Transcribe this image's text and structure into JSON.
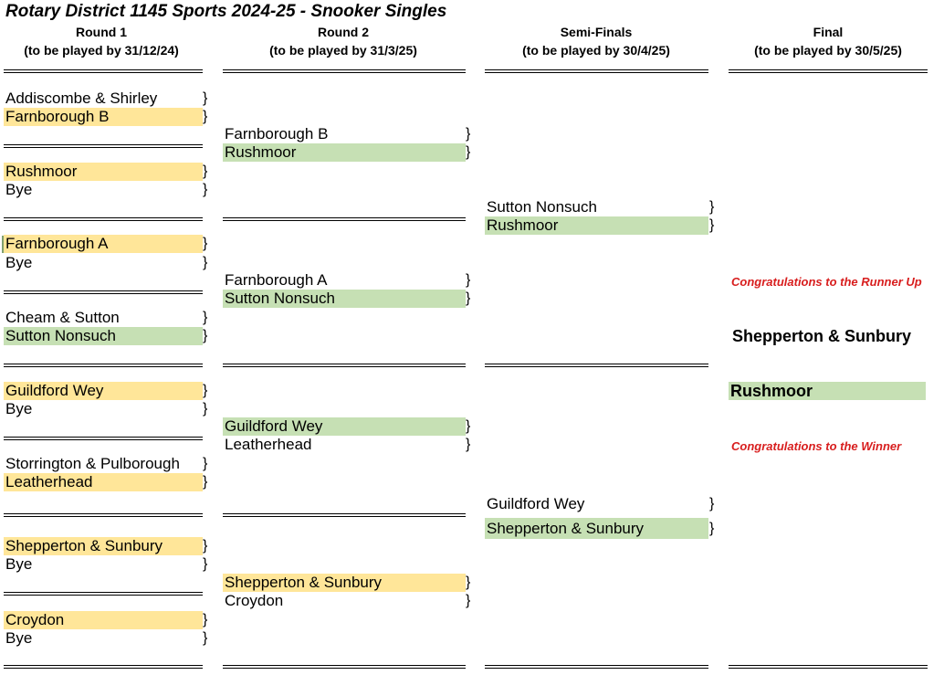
{
  "title": "Rotary District 1145 Sports 2024-25 - Snooker Singles",
  "columns": [
    {
      "name": "Round 1",
      "deadline": "(to be played by 31/12/24)"
    },
    {
      "name": "Round 2",
      "deadline": "(to be played by 31/3/25)"
    },
    {
      "name": "Semi-Finals",
      "deadline": "(to be played by 30/4/25)"
    },
    {
      "name": "Final",
      "deadline": "(to be played by 30/5/25)"
    }
  ],
  "round1": [
    {
      "team": "Addiscombe & Shirley",
      "highlight": "none"
    },
    {
      "team": "Farnborough B",
      "highlight": "yellow"
    },
    {
      "team": "Rushmoor",
      "highlight": "yellow"
    },
    {
      "team": "Bye",
      "highlight": "none"
    },
    {
      "team": "Farnborough A",
      "highlight": "yellow"
    },
    {
      "team": "Bye",
      "highlight": "none"
    },
    {
      "team": "Cheam & Sutton",
      "highlight": "none"
    },
    {
      "team": "Sutton Nonsuch",
      "highlight": "green"
    },
    {
      "team": "Guildford Wey",
      "highlight": "yellow"
    },
    {
      "team": "Bye",
      "highlight": "none"
    },
    {
      "team": "Storrington & Pulborough",
      "highlight": "none"
    },
    {
      "team": "Leatherhead",
      "highlight": "yellow"
    },
    {
      "team": "Shepperton & Sunbury",
      "highlight": "yellow"
    },
    {
      "team": "Bye",
      "highlight": "none"
    },
    {
      "team": "Croydon",
      "highlight": "yellow"
    },
    {
      "team": "Bye",
      "highlight": "none"
    }
  ],
  "round2": [
    {
      "team": "Farnborough B",
      "highlight": "none"
    },
    {
      "team": "Rushmoor",
      "highlight": "green"
    },
    {
      "team": "Farnborough A",
      "highlight": "none"
    },
    {
      "team": "Sutton Nonsuch",
      "highlight": "green"
    },
    {
      "team": "Guildford Wey",
      "highlight": "green"
    },
    {
      "team": "Leatherhead",
      "highlight": "none"
    },
    {
      "team": "Shepperton & Sunbury",
      "highlight": "yellow"
    },
    {
      "team": "Croydon",
      "highlight": "none"
    }
  ],
  "semifinals": [
    {
      "team": "Sutton Nonsuch",
      "highlight": "none"
    },
    {
      "team": "Rushmoor",
      "highlight": "green"
    },
    {
      "team": "Guildford Wey",
      "highlight": "none"
    },
    {
      "team": "Shepperton & Sunbury",
      "highlight": "green"
    }
  ],
  "final": {
    "runner_up_label": "Congratulations to the Runner Up",
    "runner_up": "Shepperton & Sunbury",
    "winner": "Rushmoor",
    "winner_label": "Congratulations to the Winner"
  },
  "brace": "}",
  "colors": {
    "yellow": "#ffe699",
    "green": "#c6e0b4",
    "congrats": "#d81e1e"
  }
}
